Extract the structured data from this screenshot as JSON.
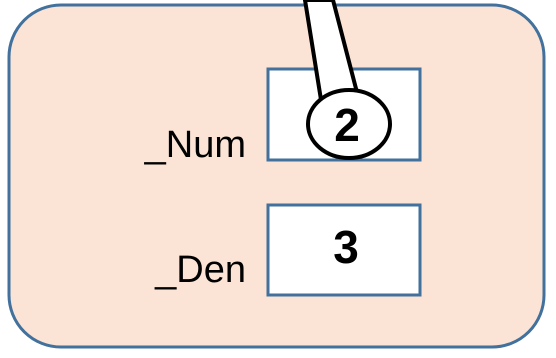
{
  "object": {
    "fill_color": "#fbe4d5",
    "border_color": "#41719c",
    "fields": [
      {
        "label": "_Num",
        "value": "2"
      },
      {
        "label": "_Den",
        "value": "3"
      }
    ]
  },
  "pointer": {
    "label": "2",
    "color": "#000000"
  }
}
